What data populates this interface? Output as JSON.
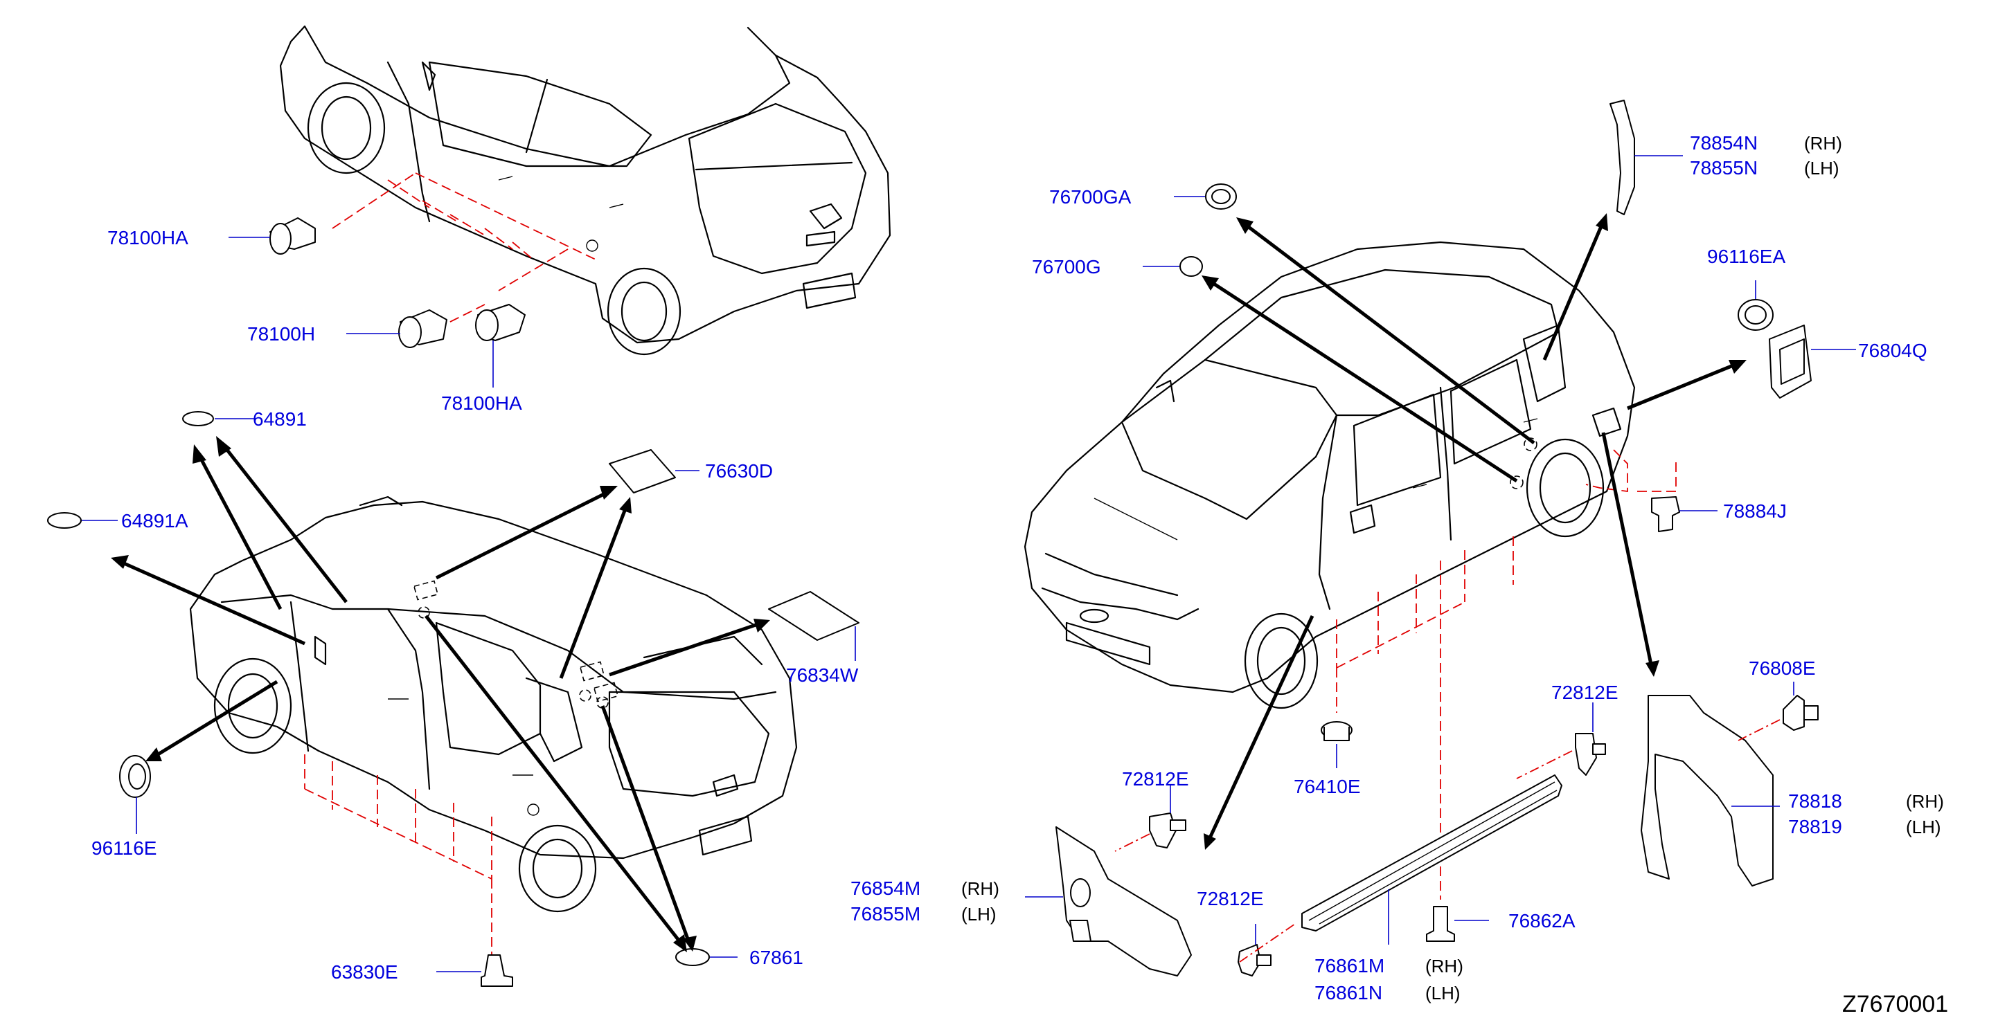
{
  "diagram_ref": "Z7670001",
  "parts": {
    "p78100HA_a": "78100HA",
    "p78100H": "78100H",
    "p78100HA_b": "78100HA",
    "p64891": "64891",
    "p64891A": "64891A",
    "p76630D": "76630D",
    "p76834W": "76834W",
    "p96116E": "96116E",
    "p63830E": "63830E",
    "p67861": "67861",
    "p76700GA": "76700GA",
    "p76700G": "76700G",
    "p78854N": "78854N",
    "p78855N": "78855N",
    "p96116EA": "96116EA",
    "p76804Q": "76804Q",
    "p78884J": "78884J",
    "p76808E": "76808E",
    "p72812E_a": "72812E",
    "p72812E_b": "72812E",
    "p72812E_c": "72812E",
    "p76410E": "76410E",
    "p78818": "78818",
    "p78819": "78819",
    "p76854M": "76854M",
    "p76855M": "76855M",
    "p76862A": "76862A",
    "p76861M": "76861M",
    "p76861N": "76861N"
  },
  "sides": {
    "rh": "(RH)",
    "lh": "(LH)"
  }
}
